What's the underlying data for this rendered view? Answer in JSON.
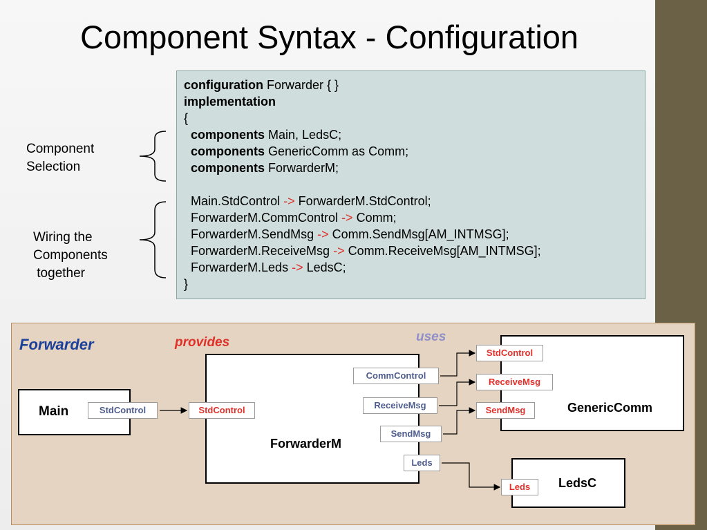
{
  "title": "Component Syntax - Configuration",
  "code": {
    "lines": [
      {
        "kw": "configuration",
        "rest": " Forwarder { }"
      },
      {
        "kw": "implementation",
        "rest": ""
      },
      {
        "text": "{"
      },
      {
        "kw": "components",
        "rest": " Main, LedsC;",
        "indent": true
      },
      {
        "kw": "components",
        "rest": " GenericComm as Comm;",
        "indent": true
      },
      {
        "kw": "components",
        "rest": " ForwarderM;",
        "indent": true
      },
      {
        "text": ""
      },
      {
        "left": "Main.StdControl ",
        "arrow": "->",
        "right": " ForwarderM.StdControl;",
        "indent": true
      },
      {
        "left": "ForwarderM.CommControl ",
        "arrow": "->",
        "right": " Comm;",
        "indent": true
      },
      {
        "left": "ForwarderM.SendMsg ",
        "arrow": "->",
        "right": " Comm.SendMsg[AM_INTMSG];",
        "indent": true
      },
      {
        "left": "ForwarderM.ReceiveMsg ",
        "arrow": "->",
        "right": " Comm.ReceiveMsg[AM_INTMSG];",
        "indent": true
      },
      {
        "left": "ForwarderM.Leds ",
        "arrow": "->",
        "right": " LedsC;",
        "indent": true
      },
      {
        "text": "}"
      }
    ]
  },
  "side_labels": {
    "selection": "Component\nSelection",
    "wiring": "Wiring the\nComponents\n together"
  },
  "diagram": {
    "name": "Forwarder",
    "provides_label": "provides",
    "uses_label": "uses",
    "components": {
      "main": "Main",
      "forwarderm": "ForwarderM",
      "genericcomm": "GenericComm",
      "ledsc": "LedsC"
    },
    "interfaces": {
      "main_stdcontrol": "StdControl",
      "fwd_stdcontrol": "StdControl",
      "fwd_commcontrol": "CommControl",
      "fwd_receivemsg": "ReceiveMsg",
      "fwd_sendmsg": "SendMsg",
      "fwd_leds": "Leds",
      "gc_stdcontrol": "StdControl",
      "gc_receivemsg": "ReceiveMsg",
      "gc_sendmsg": "SendMsg",
      "ledsc_leds": "Leds"
    },
    "colors": {
      "provided": "#e0302a",
      "used": "#4f5d8e",
      "name": "#1c3f9a",
      "provides": "#e0302a",
      "uses": "#8f8fc9"
    }
  }
}
